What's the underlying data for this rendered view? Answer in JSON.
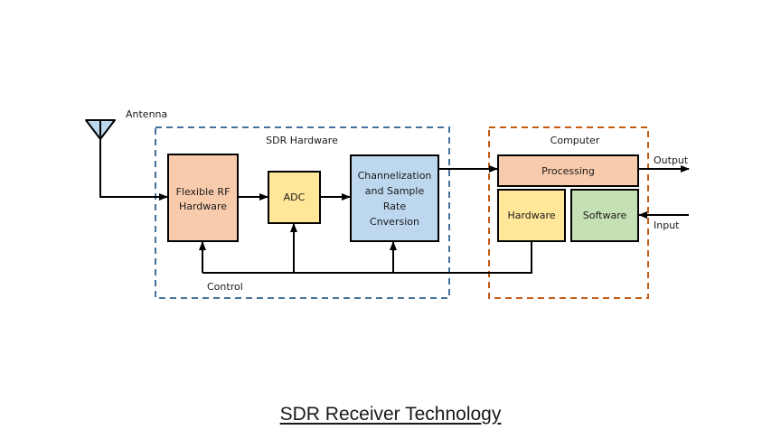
{
  "diagram": {
    "caption": "SDR Receiver Technology",
    "antenna_label": "Antenna",
    "groups": {
      "sdr_hardware": {
        "label": "SDR Hardware",
        "border_color": "#41719C"
      },
      "computer": {
        "label": "Computer",
        "border_color": "#C55A11"
      }
    },
    "blocks": {
      "rf": {
        "lines": [
          "Flexible RF",
          "Hardware"
        ],
        "fill": "#F8CBAD"
      },
      "adc": {
        "lines": [
          "ADC"
        ],
        "fill": "#FFE699"
      },
      "chan": {
        "lines": [
          "Channelization",
          "and Sample",
          "Rate",
          "Cnversion"
        ],
        "fill": "#BDD7EE"
      },
      "processing": {
        "lines": [
          "Processing"
        ],
        "fill": "#F8CBAD"
      },
      "hardware": {
        "lines": [
          "Hardware"
        ],
        "fill": "#FFE699"
      },
      "software": {
        "lines": [
          "Software"
        ],
        "fill": "#C5E0B4"
      }
    },
    "signals": {
      "control": "Control",
      "output": "Output",
      "input": "Input"
    },
    "antenna_fill": "#BDD7EE"
  }
}
